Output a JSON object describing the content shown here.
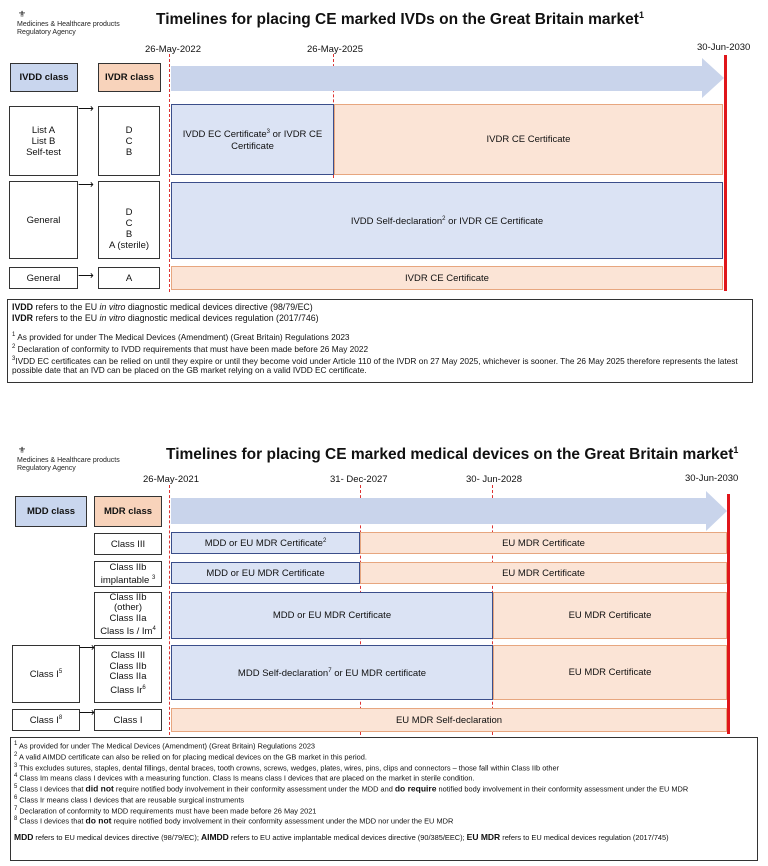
{
  "colors": {
    "blue_fill": "#dbe3f4",
    "orange_fill": "#fbe4d6",
    "red_end": "#e0161b",
    "arrow": "#c9d4eb"
  },
  "agency": {
    "crest_icon": "royal-crest-icon",
    "line1": "Medicines & Healthcare products",
    "line2": "Regulatory Agency"
  },
  "ivd": {
    "title": "Timelines for placing CE marked IVDs on the Great Britain market",
    "title_sup": "1",
    "dates": [
      "26-May-2022",
      "26-May-2025",
      "30-Jun-2030"
    ],
    "header_old": "IVDD class",
    "header_new": "IVDR class",
    "rows": [
      {
        "old": [
          "List A",
          "List B",
          "Self-test"
        ],
        "new": [
          "D",
          "C",
          "B"
        ],
        "cells": [
          {
            "a": "IVDD EC Certificate",
            "sup": "3",
            "b": " or IVDR CE Certificate"
          },
          {
            "a": "IVDR CE Certificate"
          }
        ]
      },
      {
        "old": [
          "General"
        ],
        "new": [
          "D",
          "C",
          "B",
          "A (sterile)"
        ],
        "cells": [
          {
            "a": "IVDD Self-declaration",
            "sup": "2",
            "b": " or IVDR CE Certificate"
          }
        ]
      },
      {
        "old": [
          "General"
        ],
        "new": [
          "A"
        ],
        "cells": [
          {
            "a": "IVDR CE Certificate"
          }
        ]
      }
    ],
    "defs": {
      "ivdd_abbr": "IVDD",
      "ivdd_text1": " refers to the EU ",
      "ivdd_italic": "in vitro",
      "ivdd_text2": " diagnostic medical devices directive (98/79/EC)",
      "ivdr_abbr": "IVDR",
      "ivdr_text1": " refers to the EU ",
      "ivdr_italic": "in vitro",
      "ivdr_text2": " diagnostic medical devices regulation (2017/746)"
    },
    "footnotes": [
      {
        "n": "1",
        "t": "As provided for under The Medical Devices (Amendment) (Great Britain) Regulations 2023"
      },
      {
        "n": "2",
        "t": " Declaration of conformity to IVDD requirements that must have been made before 26 May 2022"
      },
      {
        "n": "3",
        "t": "IVDD EC certificates can be relied on until they expire or until they become void under Article 110 of the IVDR on 27 May 2025, whichever is sooner. The 26 May 2025 therefore represents the latest possible date that an IVD can be placed on the GB market relying on a valid IVDD EC certificate."
      }
    ]
  },
  "md": {
    "title": "Timelines for placing CE marked medical devices on the Great Britain market",
    "title_sup": "1",
    "dates": [
      "26-May-2021",
      "31- Dec-2027",
      "30- Jun-2028",
      "30-Jun-2030"
    ],
    "header_old": "MDD class",
    "header_new": "MDR class",
    "rows": [
      {
        "new": "Class III",
        "new_sup": "",
        "cells": [
          {
            "a": "MDD or EU MDR Certificate",
            "sup": "2"
          },
          {
            "a": "EU MDR Certificate"
          }
        ]
      },
      {
        "new": "Class IIb implantable",
        "new_sup": "3",
        "cells": [
          {
            "a": "MDD or EU MDR Certificate"
          },
          {
            "a": "EU MDR Certificate"
          }
        ]
      },
      {
        "new_lines": [
          "Class IIb",
          "(other)",
          "Class IIa",
          "Class Is / Im"
        ],
        "new_sup": "4",
        "cells": [
          {
            "a": "MDD or EU MDR Certificate"
          },
          {
            "a": "EU MDR Certificate"
          }
        ]
      },
      {
        "old": "Class I",
        "old_sup": "5",
        "new_lines": [
          "Class III",
          "Class IIb",
          "Class IIa",
          "Class Ir"
        ],
        "new_sup": "6",
        "cells": [
          {
            "a": "MDD Self-declaration",
            "sup": "7",
            "b": " or EU MDR certificate"
          },
          {
            "a": "EU MDR Certificate"
          }
        ]
      },
      {
        "old": "Class I",
        "old_sup": "8",
        "new": "Class I",
        "cells": [
          {
            "a": "EU MDR Self-declaration"
          }
        ]
      }
    ],
    "footnotes": [
      {
        "n": "1",
        "t": "As provided for under The Medical Devices (Amendment) (Great Britain) Regulations 2023"
      },
      {
        "n": "2",
        "t": "A valid AIMDD certificate can also be relied on for placing medical devices on the GB market in this period."
      },
      {
        "n": "3",
        "t": "This excludes sutures, staples, dental fillings, dental braces, tooth crowns, screws, wedges, plates, wires, pins, clips and connectors – those fall within Class IIb other"
      },
      {
        "n": "4",
        "t": "Class Im means class I devices with a measuring function. Class Is means class I devices that are placed on the market in sterile condition."
      },
      {
        "n": "5",
        "t1": "Class I devices that ",
        "b1": "did not",
        "t2": " require notified body involvement in their conformity assessment under the MDD and ",
        "b2": "do require",
        "t3": " notified body involvement in their conformity assessment under the EU MDR"
      },
      {
        "n": "6",
        "t": "Class Ir means class I devices that are reusable surgical instruments"
      },
      {
        "n": "7",
        "t": "Declaration of conformity to MDD requirements must have been made before 26 May 2021"
      },
      {
        "n": "8",
        "t1": "Class I devices that ",
        "b1": "do not",
        "t2": " require notified body involvement in their conformity assessment under the MDD nor under the EU MDR"
      }
    ],
    "defs": {
      "mdd_abbr": "MDD",
      "mdd_text": " refers to EU medical devices directive (98/79/EC); ",
      "aimdd_abbr": "AIMDD",
      "aimdd_text": " refers to EU active implantable medical devices directive (90/385/EEC); ",
      "mdr_abbr": "EU MDR",
      "mdr_text": " refers to EU medical devices regulation (2017/745)"
    }
  }
}
